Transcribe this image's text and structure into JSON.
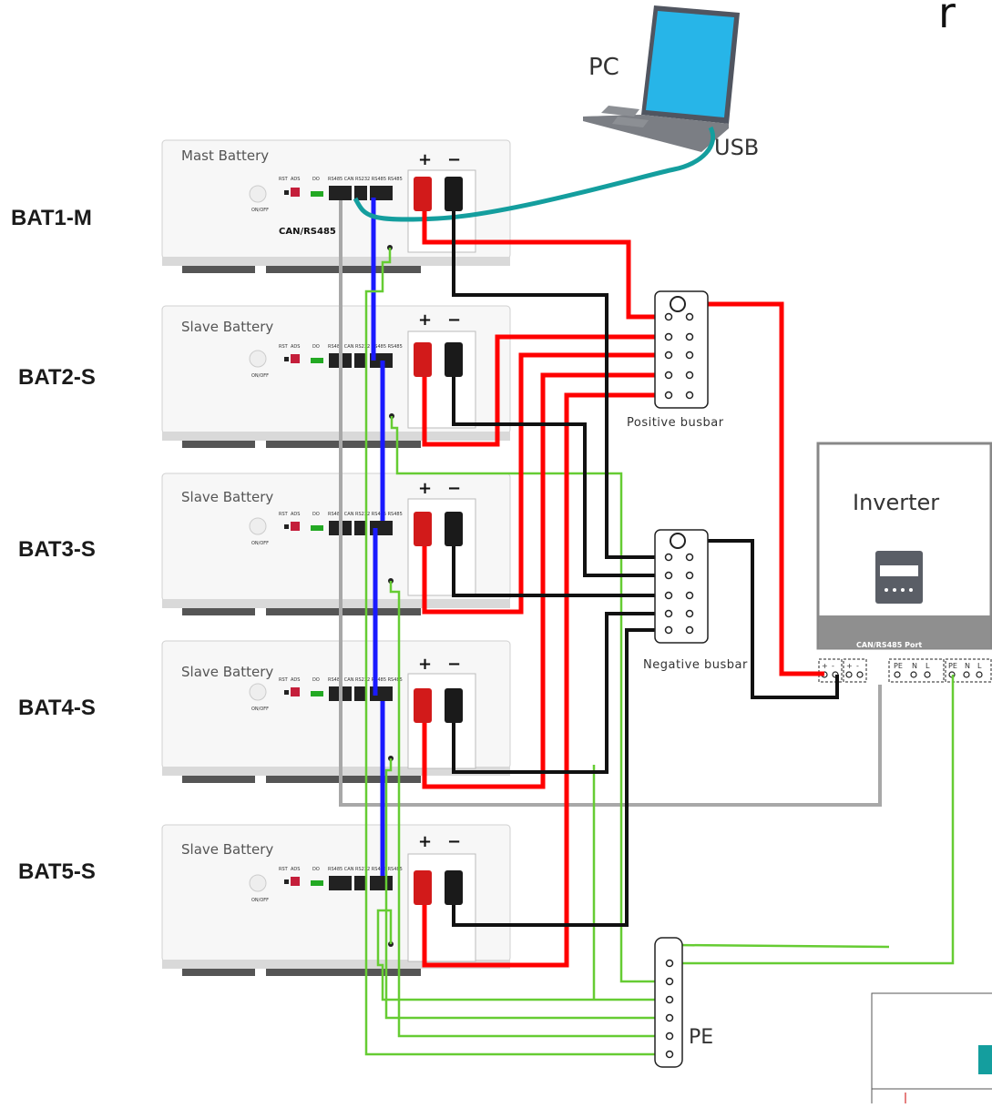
{
  "header": {
    "partial_title": "r"
  },
  "pc": {
    "label": "PC",
    "usb_label": "USB"
  },
  "batteries": [
    {
      "side_label": "BAT1-M",
      "title": "Mast Battery",
      "port_label": "CAN/RS485"
    },
    {
      "side_label": "BAT2-S",
      "title": "Slave Battery"
    },
    {
      "side_label": "BAT3-S",
      "title": "Slave Battery"
    },
    {
      "side_label": "BAT4-S",
      "title": "Slave Battery"
    },
    {
      "side_label": "BAT5-S",
      "title": "Slave Battery"
    }
  ],
  "battery_panel": {
    "on_off": "ON/OFF",
    "rst": "RST",
    "ads": "ADS",
    "do": "DO",
    "ports": "RS485 CAN RS232 RS485 RS485",
    "plus": "+",
    "minus": "−"
  },
  "busbars": {
    "positive": "Positive busbar",
    "negative": "Negative busbar",
    "pe": "PE"
  },
  "inverter": {
    "title": "Inverter",
    "port_label": "CAN/RS485 Port",
    "terminals": {
      "plus": "+",
      "minus": "-",
      "pe": "PE",
      "n": "N",
      "l": "L"
    }
  },
  "wire_colors": {
    "positive": "#ff0000",
    "negative": "#111111",
    "comm": "#1a1aff",
    "ground": "#66cc33",
    "usb": "#149e9e",
    "can_link": "#a8a8a8"
  }
}
